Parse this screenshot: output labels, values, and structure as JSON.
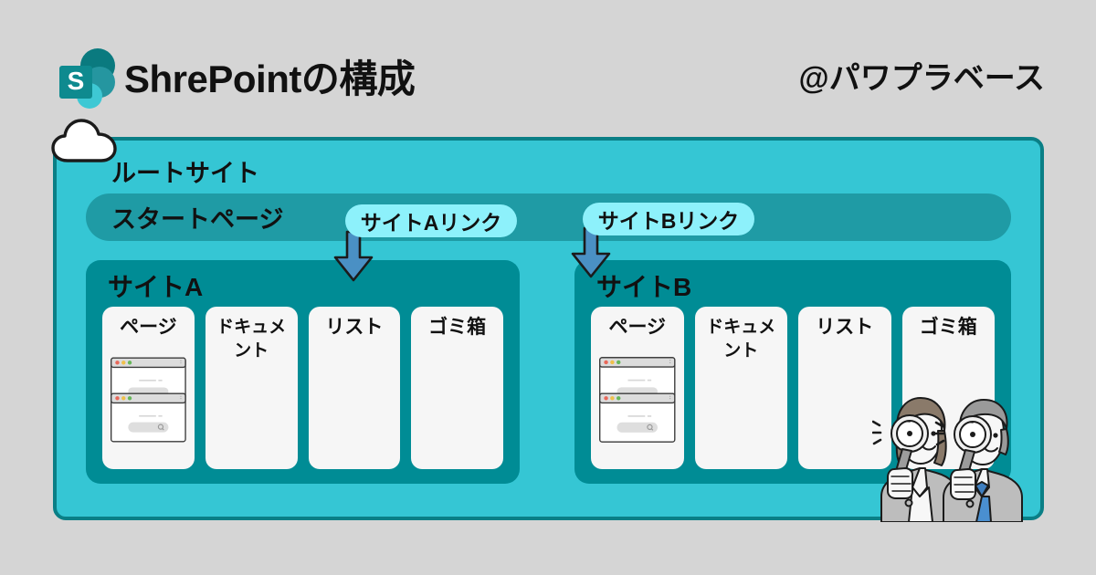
{
  "header": {
    "logo_name": "sharepoint-logo",
    "title": "ShrePointの構成",
    "handle": "@パワプラベース"
  },
  "diagram": {
    "root": {
      "label": "ルートサイト",
      "cloud_icon": "cloud-icon",
      "color": "#35c6d4",
      "border_color": "#0a7f86"
    },
    "start_page": {
      "label": "スタートページ",
      "color": "#1f9ba5"
    },
    "links": [
      {
        "label": "サイトAリンク",
        "badge_color": "#8df1fb",
        "arrow_color": "#4a90c4",
        "arrow_icon": "arrow-down-icon"
      },
      {
        "label": "サイトBリンク",
        "badge_color": "#8df1fb",
        "arrow_color": "#4a90c4",
        "arrow_icon": "arrow-down-icon"
      }
    ],
    "sites": [
      {
        "label": "サイトA",
        "color": "#008c95",
        "cards": [
          {
            "label": "ページ",
            "illustration": "browser-windows-icon"
          },
          {
            "label": "ドキュメント",
            "illustration": ""
          },
          {
            "label": "リスト",
            "illustration": ""
          },
          {
            "label": "ゴミ箱",
            "illustration": ""
          }
        ]
      },
      {
        "label": "サイトB",
        "color": "#008c95",
        "cards": [
          {
            "label": "ページ",
            "illustration": "browser-windows-icon"
          },
          {
            "label": "ドキュメント",
            "illustration": ""
          },
          {
            "label": "リスト",
            "illustration": ""
          },
          {
            "label": "ゴミ箱",
            "illustration": ""
          }
        ]
      }
    ],
    "people_illustration": "two-people-with-magnifiers-illustration"
  },
  "page": {
    "background_color": "#d5d5d5"
  }
}
